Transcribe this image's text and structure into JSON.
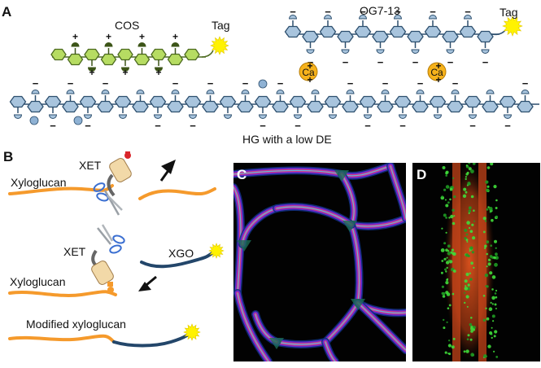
{
  "panel_a": {
    "letter": "A",
    "cos_label": "COS",
    "og_label": "OG7-13",
    "tag_left": "Tag",
    "tag_right": "Tag",
    "hg_label": "HG with a  low DE",
    "ca_label": "Ca",
    "plus": "+",
    "minus": "−"
  },
  "panel_b": {
    "letter": "B",
    "xet_top": "XET",
    "xet_mid": "XET",
    "xyloglucan_top": "Xyloglucan",
    "xyloglucan_mid": "Xyloglucan",
    "xgo_label": "XGO",
    "modified_label": "Modified xyloglucan"
  },
  "panel_c": {
    "letter": "C"
  },
  "panel_d": {
    "letter": "D"
  },
  "colors": {
    "hg_ring": "#a8c4dd",
    "hg_stroke": "#2d4f6e",
    "cos_ring": "#b6dc62",
    "cos_stroke": "#4c6a1f",
    "tag": "#fff200",
    "calcium": "#f6b21c",
    "xyloglucan": "#f59a2c",
    "xgo": "#23466a",
    "micrograph_bg": "#000000"
  }
}
